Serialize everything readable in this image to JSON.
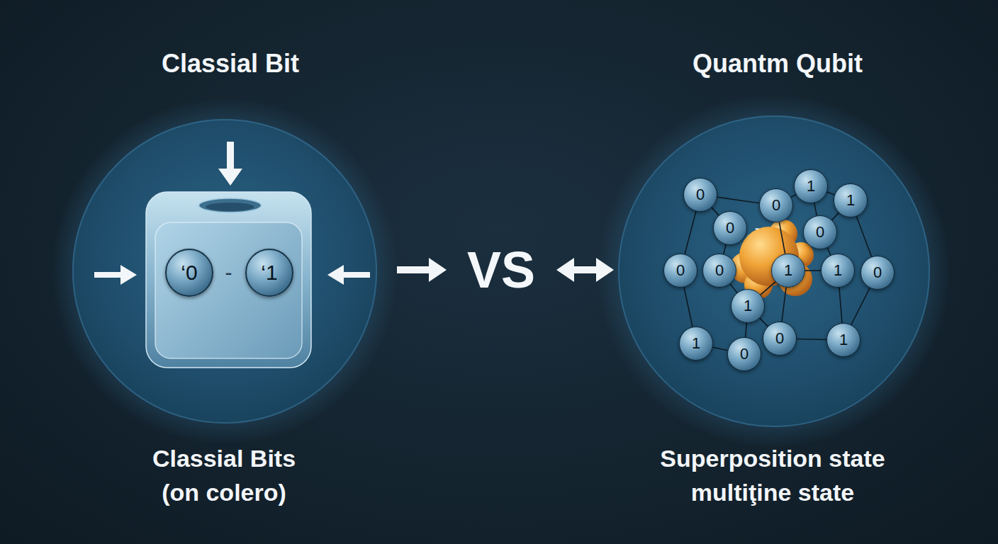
{
  "diagram": {
    "nodes": [
      {
        "text": [
          "Classial Bit",
          "Classial Bits (on colero)"
        ]
      },
      {
        "text": [
          "-"
        ],
        "in": 0
      },
      {
        "text": [
          "‘0"
        ],
        "in": 1
      },
      {
        "text": [
          "‘1"
        ],
        "in": 1
      },
      {
        "text": [
          "Quantm Qubit",
          "Superposition state multiţine state"
        ]
      },
      {
        "text": [
          "0"
        ],
        "in": 4
      },
      {
        "text": [
          "0"
        ],
        "in": 4
      },
      {
        "text": [
          "1"
        ],
        "in": 4
      },
      {
        "text": [
          "1"
        ],
        "in": 4
      },
      {
        "text": [
          "0"
        ],
        "in": 4
      },
      {
        "text": [
          "0"
        ],
        "in": 4
      },
      {
        "text": [
          "0"
        ],
        "in": 4
      },
      {
        "text": [
          "0"
        ],
        "in": 4
      },
      {
        "text": [
          "1"
        ],
        "in": 4
      },
      {
        "text": [
          "1"
        ],
        "in": 4
      },
      {
        "text": [
          "0"
        ],
        "in": 4
      },
      {
        "text": [
          "1"
        ],
        "in": 4
      },
      {
        "text": [
          "1"
        ],
        "in": 4
      },
      {
        "text": [
          "0"
        ],
        "in": 4
      },
      {
        "text": [
          "0"
        ],
        "in": 4
      },
      {
        "text": [
          "1"
        ],
        "in": 4
      }
    ],
    "edges": [
      {
        "from": 5,
        "to": 6,
        "arrow": "none"
      },
      {
        "from": 6,
        "to": 7,
        "arrow": "none"
      },
      {
        "from": 7,
        "to": 8,
        "arrow": "none"
      },
      {
        "from": 5,
        "to": 9,
        "arrow": "none"
      },
      {
        "from": 5,
        "to": 11,
        "arrow": "none"
      },
      {
        "from": 9,
        "to": 12,
        "arrow": "none"
      },
      {
        "from": 6,
        "to": 13,
        "arrow": "none"
      },
      {
        "from": 7,
        "to": 10,
        "arrow": "none"
      },
      {
        "from": 8,
        "to": 10,
        "arrow": "none"
      },
      {
        "from": 8,
        "to": 15,
        "arrow": "none"
      },
      {
        "from": 10,
        "to": 14,
        "arrow": "none"
      },
      {
        "from": 13,
        "to": 14,
        "arrow": "none"
      },
      {
        "from": 12,
        "to": 16,
        "arrow": "none"
      },
      {
        "from": 16,
        "to": 13,
        "arrow": "none"
      },
      {
        "from": 11,
        "to": 17,
        "arrow": "none"
      },
      {
        "from": 16,
        "to": 18,
        "arrow": "none"
      },
      {
        "from": 17,
        "to": 18,
        "arrow": "none"
      },
      {
        "from": 13,
        "to": 19,
        "arrow": "none"
      },
      {
        "from": 19,
        "to": 20,
        "arrow": "none"
      },
      {
        "from": 14,
        "to": 20,
        "arrow": "none"
      },
      {
        "from": 15,
        "to": 20,
        "arrow": "none"
      },
      {
        "from": 16,
        "to": 19,
        "arrow": "none"
      }
    ],
    "labels": [
      "VS",
      "-"
    ]
  }
}
